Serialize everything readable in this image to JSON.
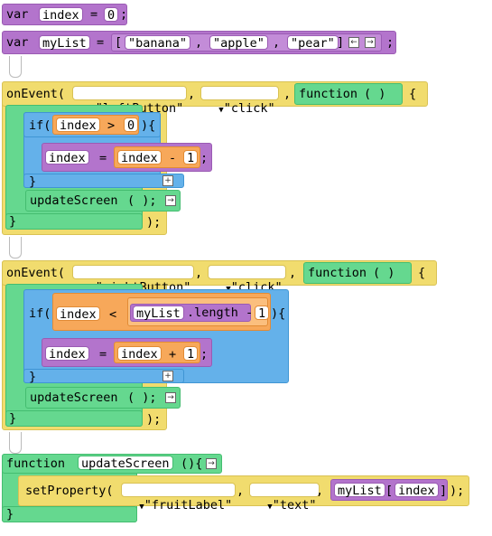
{
  "colors": {
    "variables": "#b374cc",
    "events": "#f1dc6e",
    "functions": "#65d88f",
    "logic": "#64b1ea",
    "math": "#f7a85a"
  },
  "icons": {
    "dropdown": "▼",
    "remove_arg": "←",
    "add_arg": "→",
    "add_else": "+"
  },
  "line1": {
    "kw": "var",
    "name": "index",
    "eq": "=",
    "value": "0",
    "semi": ";"
  },
  "line2": {
    "kw": "var",
    "name": "myList",
    "eq": "=",
    "open": "[",
    "items": [
      "\"banana\"",
      "\"apple\"",
      "\"pear\""
    ],
    "sep": ",",
    "close": "]",
    "semi": ";"
  },
  "event1": {
    "kw": "onEvent(",
    "target": "\"leftButton\"",
    "comma": ",",
    "event": "\"click\"",
    "function_kw": "function",
    "params": "( )",
    "brace": "{",
    "if_kw": "if(",
    "cond_var": "index",
    "cond_op": ">",
    "cond_val": "0",
    "cond_close": "){",
    "assign_var": "index",
    "assign_eq": "=",
    "expr_var": "index",
    "expr_op": "-",
    "expr_val": "1",
    "semi": ";",
    "if_end": "}",
    "call": "updateScreen",
    "call_parens": "( );",
    "func_end": "}",
    "end": ");"
  },
  "event2": {
    "kw": "onEvent(",
    "target": "\"rightButton\"",
    "comma": ",",
    "event": "\"click\"",
    "function_kw": "function",
    "params": "( )",
    "brace": "{",
    "if_kw": "if(",
    "cond_var": "index",
    "cond_op": "<",
    "cond_list": "myList",
    "cond_prop": ".length",
    "cond_minus": "-",
    "cond_val": "1",
    "cond_close": "){",
    "assign_var": "index",
    "assign_eq": "=",
    "expr_var": "index",
    "expr_op": "+",
    "expr_val": "1",
    "semi": ";",
    "if_end": "}",
    "call": "updateScreen",
    "call_parens": "( );",
    "func_end": "}",
    "end": ");"
  },
  "funcdef": {
    "kw": "function",
    "name": "updateScreen",
    "parens": "(){",
    "call": "setProperty(",
    "target": "\"fruitLabel\"",
    "comma": ",",
    "prop": "\"text\"",
    "list": "myList",
    "open": "[",
    "idx": "index",
    "close": "]",
    "end": ");",
    "func_end": "}"
  }
}
